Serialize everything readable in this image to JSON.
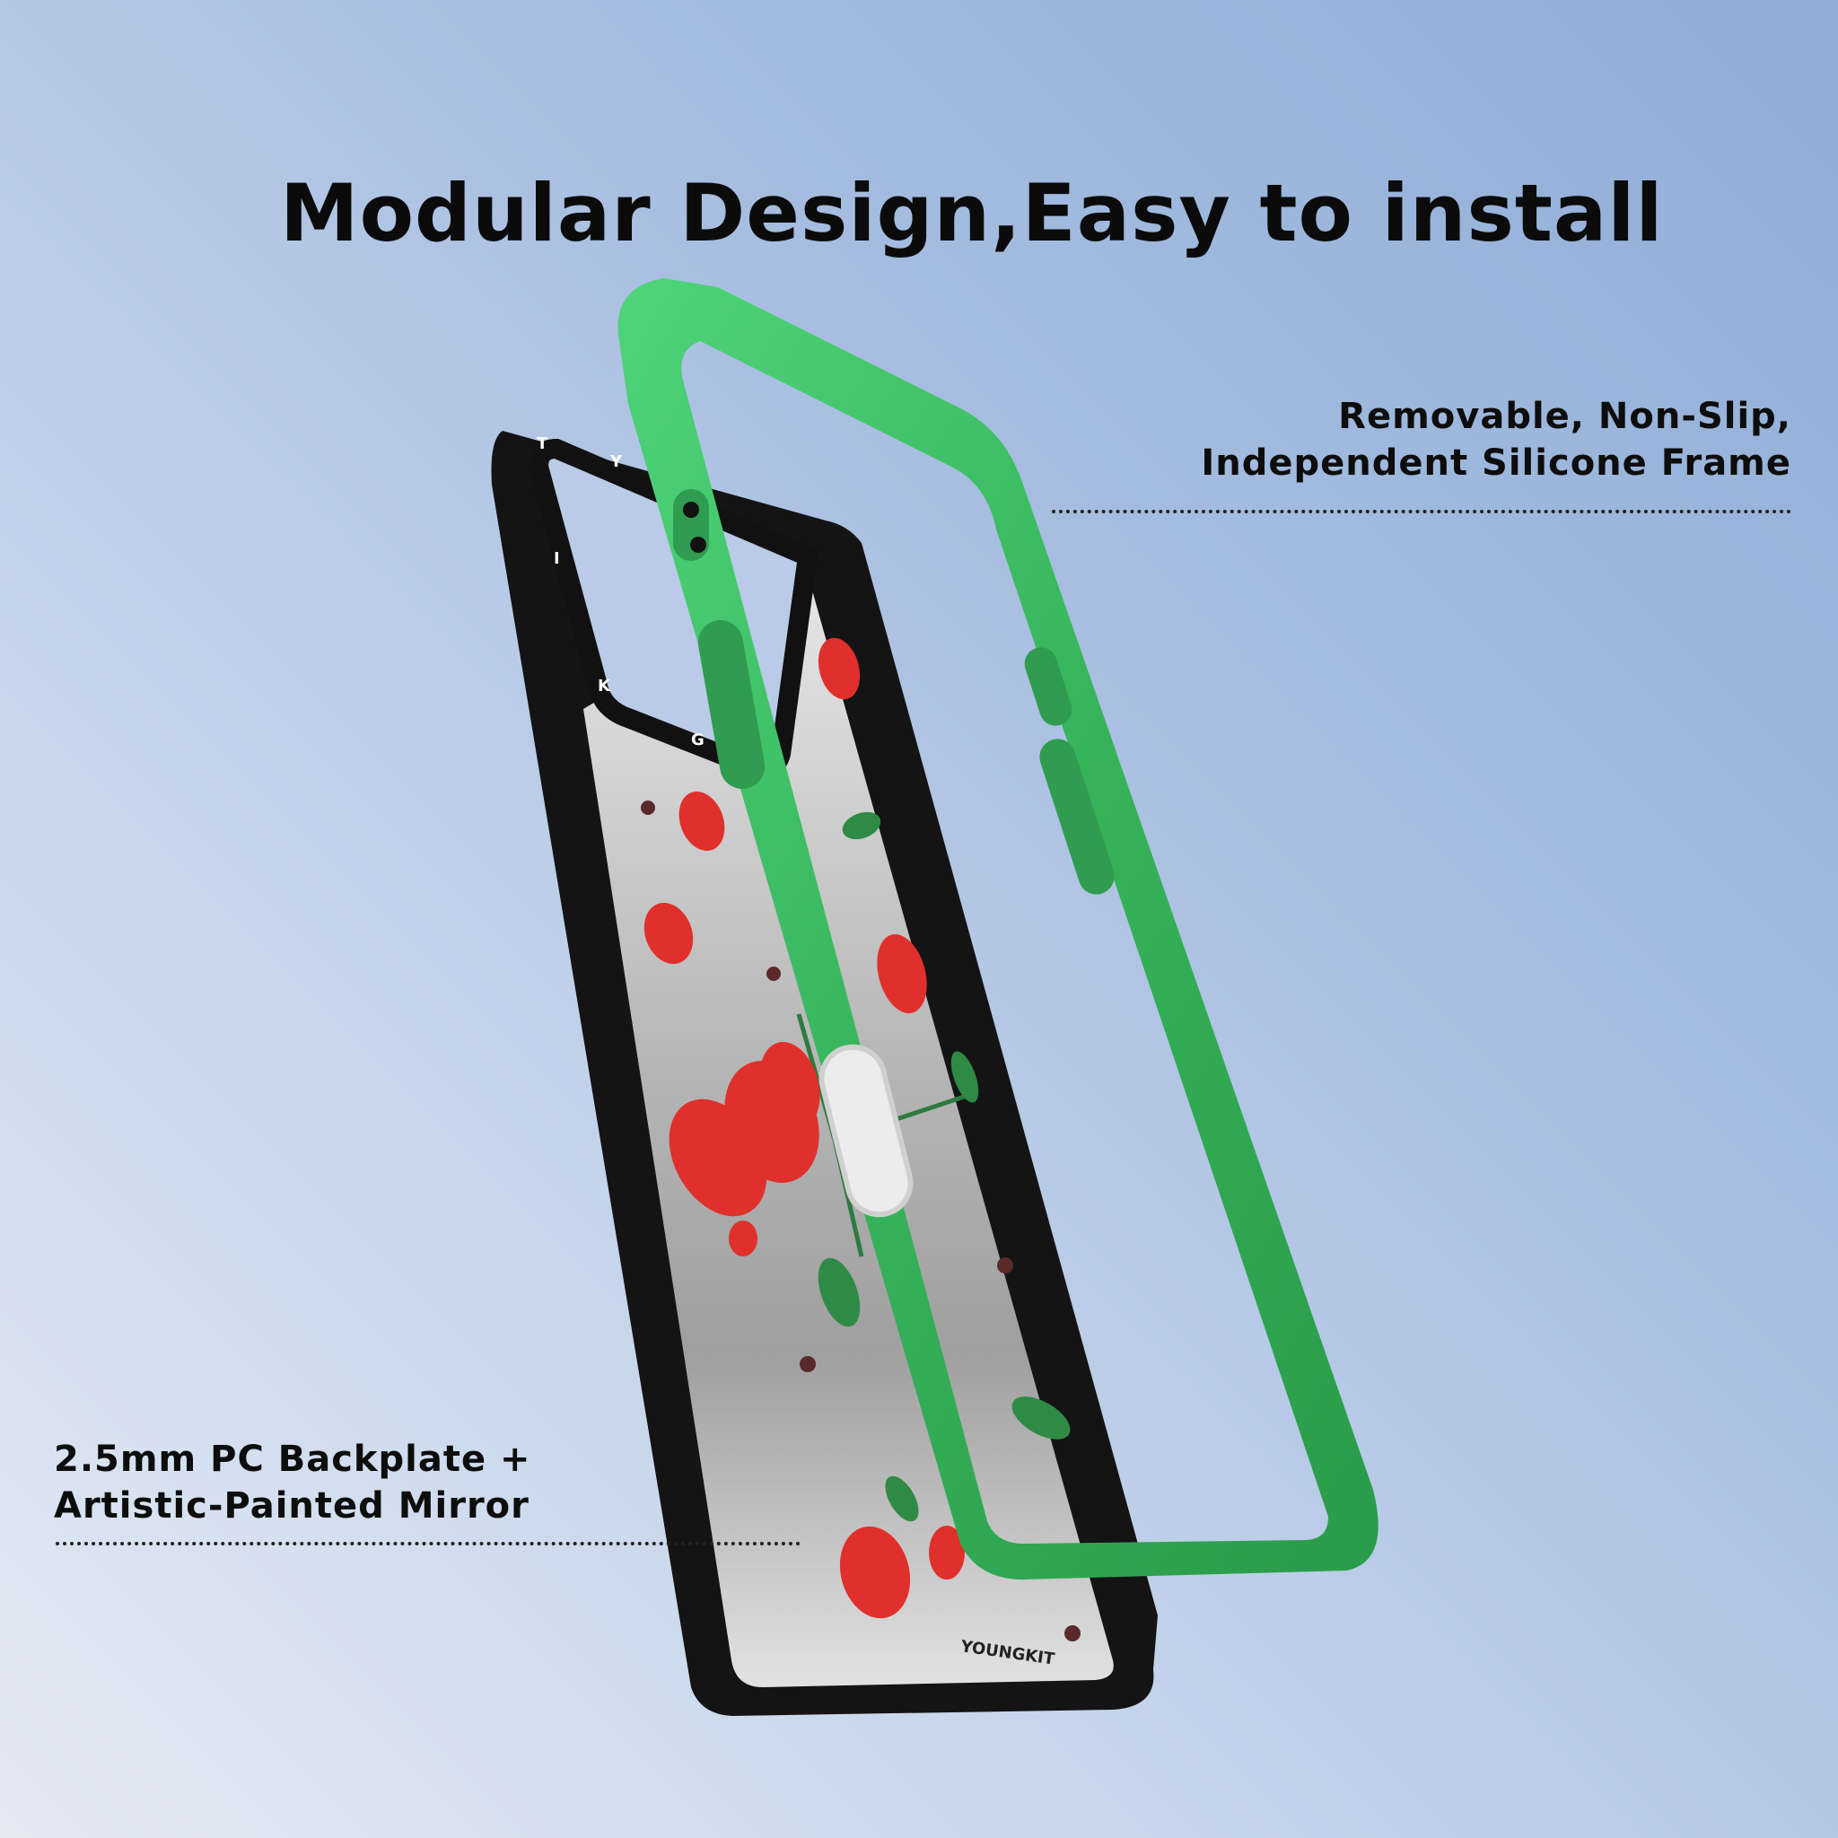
{
  "headline": "Modular Design,Easy to install",
  "callouts": {
    "frame": {
      "line1": "Removable, Non-Slip,",
      "line2": "Independent Silicone Frame"
    },
    "backplate": {
      "line1": "2.5mm PC Backplate +",
      "line2": "Artistic-Painted Mirror"
    }
  },
  "product": {
    "brand_mark": "YOUNGKIT",
    "frame_letters": [
      "T",
      "Y",
      "I",
      "K",
      "G"
    ],
    "frame_color": "#3cb35c",
    "backplate_color": "#151515",
    "mirror_color": "#cfcfcf",
    "cherry_color": "#e0302c",
    "leaf_color": "#2f8a45"
  },
  "colors": {
    "background_top_right": "#8fadd6",
    "background_bottom_left": "#e4eaf4",
    "text": "#0b0b0b"
  }
}
